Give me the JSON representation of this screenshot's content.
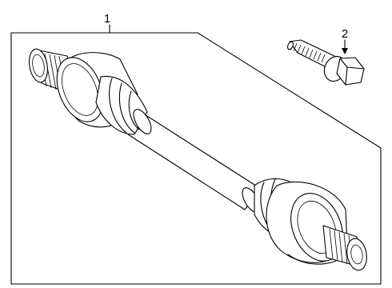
{
  "callouts": [
    {
      "id": "axle-shaft",
      "label": "1"
    },
    {
      "id": "bolt",
      "label": "2"
    }
  ],
  "parts": [
    {
      "callout": "1",
      "icon": "cv-axle-shaft-icon"
    },
    {
      "callout": "2",
      "icon": "flange-bolt-icon"
    }
  ],
  "colors": {
    "line": "#000000",
    "background": "#ffffff"
  }
}
